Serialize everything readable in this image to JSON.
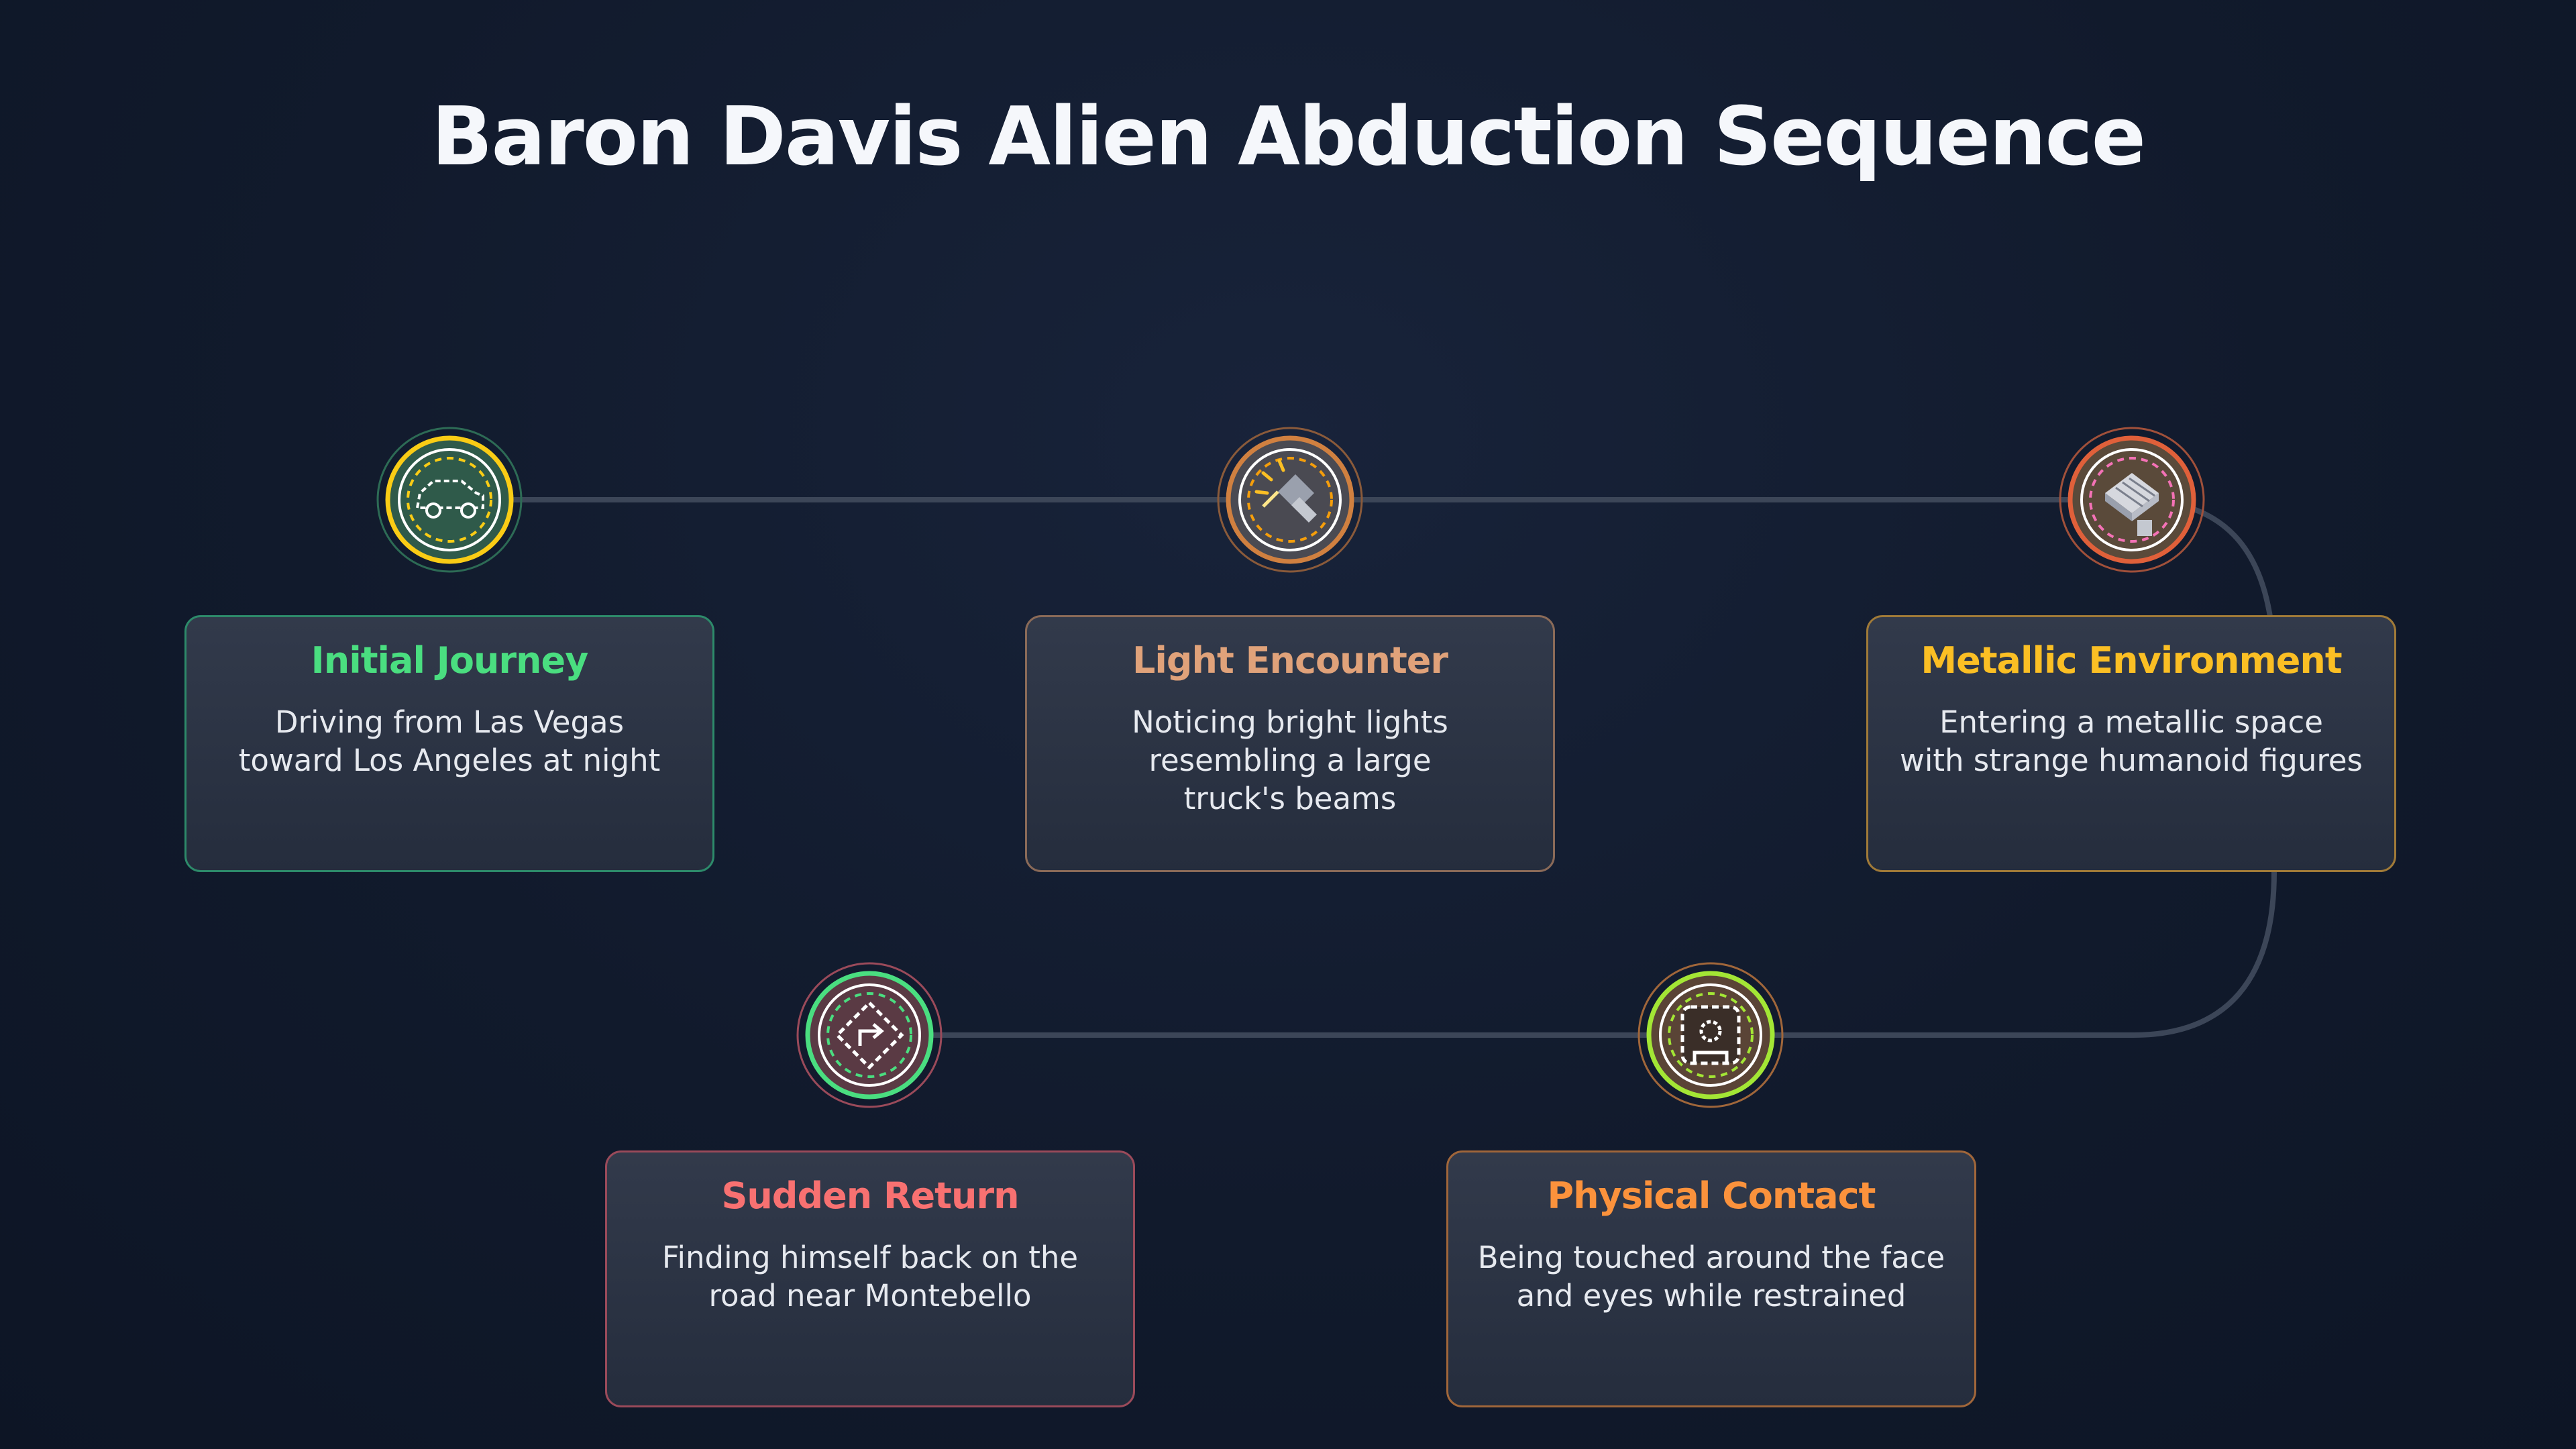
{
  "title": "Baron Davis Alien Abduction Sequence",
  "steps": [
    {
      "title": "Initial Journey",
      "description": "Driving from Las Vegas\ntoward Los Angeles at night",
      "icon": "car-icon",
      "accent": "#4ade80",
      "node_ring": "#facc15",
      "node_fill": "#2f5a4a",
      "card_border": "#2d8a6a"
    },
    {
      "title": "Light Encounter",
      "description": "Noticing bright lights\nresembling a large\ntruck's beams",
      "icon": "flashlight-icon",
      "accent": "#e0a27a",
      "node_ring": "#d08040",
      "node_fill": "#4a4a52",
      "card_border": "#8a6a58"
    },
    {
      "title": "Metallic Environment",
      "description": "Entering a metallic space\nwith strange humanoid figures",
      "icon": "metal-beams-icon",
      "accent": "#fbbf24",
      "node_ring": "#e0603a",
      "node_fill": "#5a4a3a",
      "card_border": "#a07a38"
    },
    {
      "title": "Sudden Return",
      "description": "Finding himself back on the\nroad near Montebello",
      "icon": "turn-sign-icon",
      "accent": "#f87171",
      "node_ring": "#4ade80",
      "node_fill": "#5a3a44",
      "card_border": "#9a4a5a"
    },
    {
      "title": "Physical Contact",
      "description": "Being touched around the face\nand eyes while restrained",
      "icon": "face-scan-icon",
      "accent": "#fb923c",
      "node_ring": "#a3e635",
      "node_fill": "#5a4436",
      "card_border": "#a0663a"
    }
  ]
}
